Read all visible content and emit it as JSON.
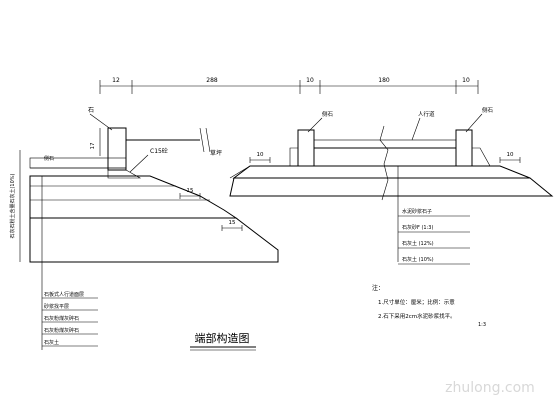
{
  "dimensions": {
    "top": [
      "12",
      "288",
      "10",
      "180",
      "10"
    ],
    "left_15": "15",
    "right_10a": "10",
    "right_10b": "10",
    "left_17": "17",
    "left_vertical": "石灰石粉土含量石灰土(10%)"
  },
  "labels": {
    "stone_left": "石",
    "c15": "C15砼",
    "curb_left": "侧石",
    "grass": "草坪",
    "stone_right_a": "侧石",
    "stone_right_b": "侧石",
    "sidewalk": "人行道"
  },
  "legend_left": [
    "石板式人行道面层",
    "砂浆找平层",
    "石灰粉煤灰碎石",
    "石灰粉煤灰碎石",
    "石灰土"
  ],
  "legend_right": [
    "水泥砂浆石子",
    "石灰砂F   (1:3)",
    "石灰土   (12%)",
    "石灰土   (10%)"
  ],
  "notes": {
    "head": "注：",
    "n1": "1.尺寸单位：厘米；比例：示意",
    "n2": "2.石下采用2cm水泥砂浆找平。",
    "n2_suffix": "1:3"
  },
  "title": "端部构造图",
  "watermark": "zhulong.com"
}
